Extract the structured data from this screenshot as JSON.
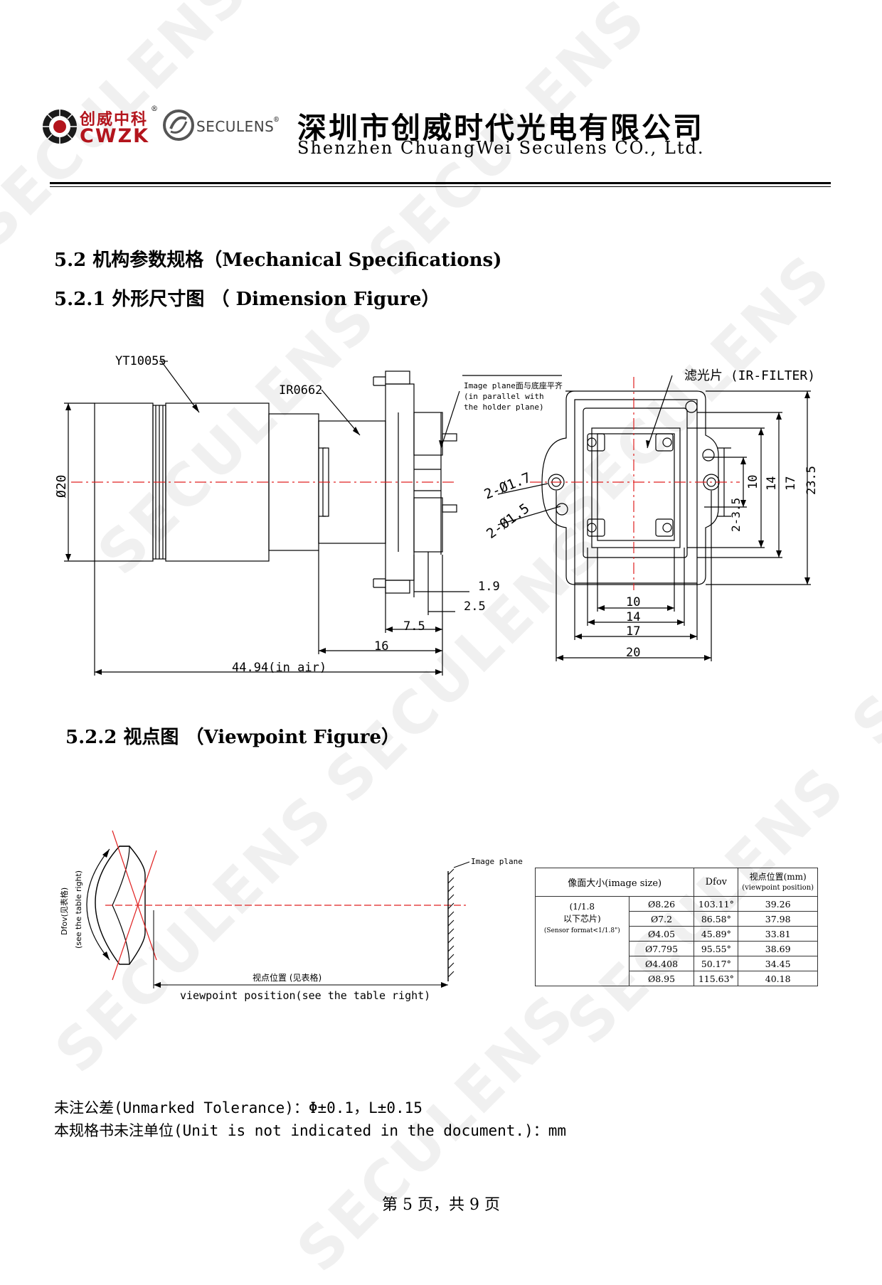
{
  "watermark": "SECULENS",
  "header": {
    "logo_cn": "创威中科",
    "logo_en": "CWZK",
    "registered": "®",
    "seculens_logo": "SECULENS",
    "company_cn": "深圳市创威时代光电有限公司",
    "company_en": "Shenzhen ChuangWei Seculens CO., Ltd."
  },
  "sections": {
    "mech": "5.2 机构参数规格（Mechanical Specifications)",
    "dim": "5.2.1 外形尺寸图 （ Dimension Figure）",
    "viewpoint": "5.2.2 视点图 （Viewpoint Figure）"
  },
  "dimension_figure": {
    "lens_part": "YT10055",
    "filter_part": "IR0662",
    "image_plane_note": [
      "Image plane面与底座平齐",
      "(in parallel with",
      "the holder plane)"
    ],
    "ir_filter": "滤光片 (IR-FILTER)",
    "dia_lens": "Ø20",
    "hole_a": "2-Ø1.7",
    "hole_b": "2-Ø1.5",
    "dim_1_9": "1.9",
    "dim_2_5": "2.5",
    "dim_7_5": "7.5",
    "dim_16": "16",
    "dim_total": "44.94(in air)",
    "dim_10": "10",
    "dim_14": "14",
    "dim_17": "17",
    "dim_20": "20",
    "dim_v_2_3_5": "2-3.5",
    "dim_v_10": "10",
    "dim_v_14": "14",
    "dim_v_17": "17",
    "dim_v_23_5": "23.5"
  },
  "viewpoint_figure": {
    "dfov_label_cn": "Dfov(见表格)",
    "dfov_label_en": "(see the table right)",
    "image_plane": "Image plane",
    "vp_label_cn": "视点位置 (见表格)",
    "vp_label_en": "viewpoint position(see the table right)"
  },
  "table": {
    "headers": [
      "像面大小(image size)",
      "Dfov",
      "视点位置(mm)",
      "(viewpoint position)"
    ],
    "sensor_lines": [
      "(1/1.8",
      "以下芯片)",
      "(Sensor format<1/1.8\")"
    ],
    "rows": [
      [
        "Ø8.26",
        "103.11°",
        "39.26"
      ],
      [
        "Ø7.2",
        "86.58°",
        "37.98"
      ],
      [
        "Ø4.05",
        "45.89°",
        "33.81"
      ],
      [
        "Ø7.795",
        "95.55°",
        "38.69"
      ],
      [
        "Ø4.408",
        "50.17°",
        "34.45"
      ],
      [
        "Ø8.95",
        "115.63°",
        "40.18"
      ]
    ]
  },
  "notes": {
    "tolerance": "未注公差(Unmarked Tolerance)：Φ±0.1，L±0.15",
    "unit": "本规格书未注单位(Unit is not indicated in the document.)：mm"
  },
  "footer": "第 5 页，共 9 页"
}
